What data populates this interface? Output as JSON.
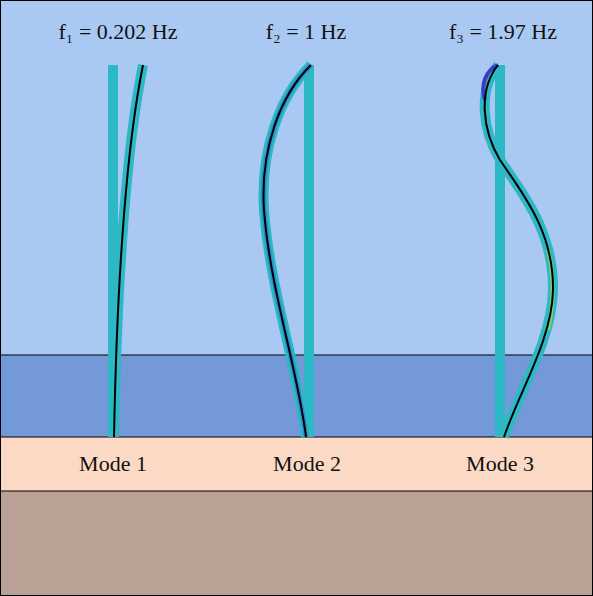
{
  "diagram": {
    "labels": [
      "f₁ = 0.202 Hz",
      "f₂ = 1 Hz",
      "f₃ = 1.97 Hz",
      "Mode 1",
      "Mode 2",
      "Mode 3"
    ]
  }
}
